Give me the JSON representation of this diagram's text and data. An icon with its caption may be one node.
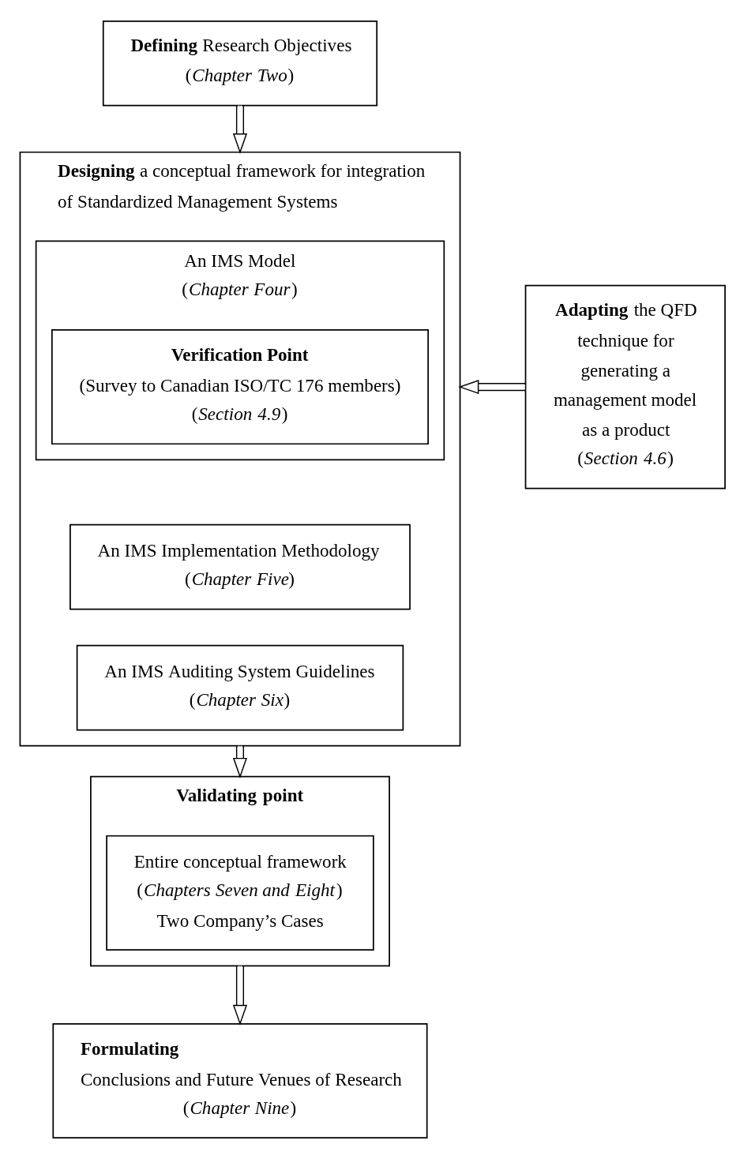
{
  "diagram": {
    "nodes": [
      {
        "text": [
          "**Defining** Research Objectives",
          "(*Chapter Two*)"
        ]
      },
      {
        "text": [
          "**Adapting** the QFD technique for generating a management model as a product",
          "(*Section 4.6*)"
        ]
      },
      {
        "text": [
          "**Designing** a conceptual framework for integration of Standardized Management Systems"
        ]
      },
      {
        "text": [
          "An IMS Model",
          "(*Chapter Four*)"
        ],
        "in": 2
      },
      {
        "text": [
          "Verification Point",
          "(Survey to Canadian ISO/TC 176 members)",
          "(*Section 4.9*)"
        ],
        "in": 3
      },
      {
        "text": [
          "An IMS Implementation Methodology",
          "(*Chapter Five*)"
        ],
        "in": 2
      },
      {
        "text": [
          "An IMS Auditing System Guidelines",
          "(*Chapter Six*)"
        ],
        "in": 2
      },
      {
        "text": [
          "Validating point"
        ]
      },
      {
        "text": [
          "Entire conceptual framework",
          "(*Chapters Seven and Eight*)",
          "Two Company’s Cases"
        ],
        "in": 7
      },
      {
        "text": [
          "Formulating",
          "Conclusions and Future Venues of Research",
          "(*Chapter Nine*)"
        ]
      }
    ],
    "edges": [
      {
        "from": 0,
        "to": 2,
        "arrow": "to"
      },
      {
        "from": 1,
        "to": 2,
        "arrow": "to"
      },
      {
        "from": 2,
        "to": 7,
        "arrow": "to"
      },
      {
        "from": 7,
        "to": 9,
        "arrow": "to"
      }
    ]
  }
}
